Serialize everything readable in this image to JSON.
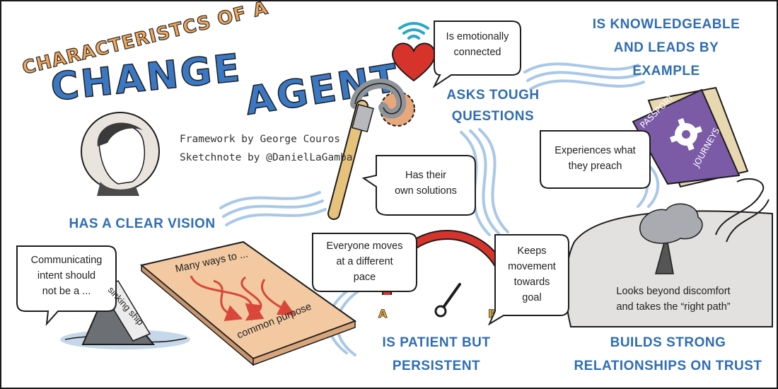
{
  "title": {
    "line1": "CHARACTERISTCS OF A",
    "line2": "CHANGE",
    "line3": "AGENT"
  },
  "credits": {
    "framework": "Framework by George Couros",
    "sketchnote": "Sketchnote by @DanielLaGamba"
  },
  "headings": {
    "clear_vision": "HAS A CLEAR VISION",
    "tough_questions": [
      "ASKS TOUGH",
      "QUESTIONS"
    ],
    "knowledgeable": [
      "IS KNOWLEDGEABLE",
      "AND LEADS BY",
      "EXAMPLE"
    ],
    "patient": [
      "IS PATIENT BUT",
      "PERSISTENT"
    ],
    "relationships": [
      "BUILDS STRONG",
      "RELATIONSHIPS ON TRUST"
    ]
  },
  "bubbles": {
    "emotional": [
      "Is emotionally",
      "connected"
    ],
    "solutions": [
      "Has their",
      "own solutions"
    ],
    "experiences": [
      "Experiences what",
      "they preach"
    ],
    "pace": [
      "Everyone moves",
      "at a different",
      "pace"
    ],
    "movement": [
      "Keeps",
      "movement",
      "towards",
      "goal"
    ],
    "communicating": [
      "Communicating",
      "intent should",
      "not be a ..."
    ],
    "discomfort": [
      "Looks beyond discomfort",
      "and takes the “right path”"
    ]
  },
  "labels": {
    "many_ways": "Many ways to ...",
    "common_purpose": "common purpose",
    "sinking_ship": "sinking ship",
    "passport": "PASSPORT",
    "journeys": "JOURNEYS",
    "gauge_a": "A",
    "gauge_b": "B"
  },
  "colors": {
    "heading_blue": "#2f6db3",
    "wave_blue": "#a9c8e8",
    "heart_red": "#d6332b",
    "passport_purple": "#7b5aa6",
    "board_peach": "#f2c9a0",
    "arrow_red": "#d9473a",
    "title_orange": "#f2a65a"
  },
  "icons": [
    "wifi-icon",
    "heart-icon",
    "key-icon",
    "gear-icon",
    "portrait-icon",
    "sinking-ship-icon",
    "gauge-icon",
    "volcano-icon",
    "passport-icon"
  ]
}
